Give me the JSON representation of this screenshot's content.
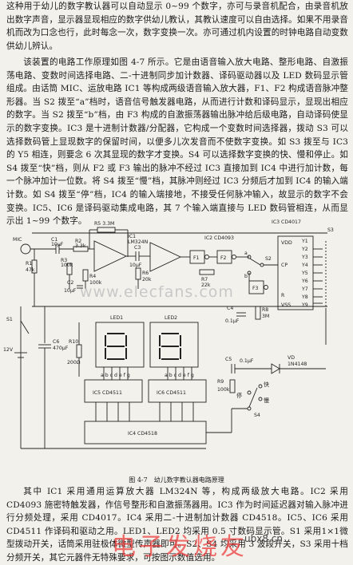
{
  "text": {
    "para1": "这种用于幼儿的数字教认器可以自动显示 0~99 个数字，亦可与录音机配合，由录音机放出数字声音，显示器显现相应的数字供幼儿教认，其教认速度可以自由选择。如果不用录音机而改为口念也行，此时每念一次，数字变换一次。亦可通过机内设置的时钟电路自动变数供幼儿辨认。",
    "para2": "该装置的电路工作原理如图 4-7 所示。它是由语音输入放大电路、整形电路、自激振荡电路、变数时间选择电路、二-十进制同步加计数器、译码驱动器以及 LED 数码显示管组成。由话筒 MIC、运放电路 IC1 等构成两级语音输入放大器，F1、F2 构成语音脉冲整形器。当 S2 拨至“a”档时，语音信号触发器电路，从而进行计数和译码显示，显现出相应的数字。当 S2 拨至“b”档，由 F3 构成的自激振荡器输出脉冲给后级电路，自动译码使显示的数字变换。IC3 是十进制计数器/分配器，它构成一个变数时间选择器，拨动 S3 可以选择数码管上显现数字的保留时间，以便多儿次发音而不使数字变换。如 S3 拨至与 IC3 的 Y5 相连，则要念 6 次其显现的数字才变换。S4 可以选择数字变换的快、慢和停止。如 S4 拨至“快”档，则从 F2 或 F3 输出的脉冲不经过 IC3 直接加到 IC4 中进行加计数，每一个脉冲加计一位数。将 S4 拨至“慢”档，其脉冲则经过 IC3 分频后才加到 IC4 的输入端计数。如 S4 拨至“停”档，IC4 的输入端接地，不接受任何脉冲输入，故显示的数字不会变换。IC5、IC6 是译码驱动集成电路，其 7 个输入端直接与 LED 数码管相连，从而显示出 1~99 个数字。",
    "caption": "图 4-7　幼儿数字教认器电路原理",
    "para3": "其中 IC1 采用通用运算放大器 LM324N 等，构成两级放大电路。IC2 采用 CD4093 施密特触发器，作信号整形和自激振荡器用。IC3 作为时间延迟器对输入脉冲进行分频处理，采用 CD4017。IC4 采用二-十进制加计数器 CD4518。IC5、IC6 采用 CD4511 作译码和驱动之用。LED1、LED2 均采用 0.5 寸数码显示管。S1 采用1×1微型拨动开关，话筒采用驻极体微型传声器即可。S2、S4 均采用 3 波段开关，S3 采用十档分频开关，其它元器件无特殊要求，可按图示数值选用。"
  },
  "watermark": "www.elecfans.com",
  "watermark2": "ubx8.cn",
  "watermark3": "电子发烧友",
  "labels": {
    "mic": "MIC",
    "c1": "C1",
    "c1v": "10μF",
    "r5": "R5 3.3M",
    "ic1": "IC1",
    "ic1p": "LM324N",
    "r2": "R2",
    "r2v": "3.3k",
    "r3": "R3",
    "r3v": "100k",
    "r1": "R1",
    "r1v": "47k",
    "c2": "C2",
    "c2v": "10μF",
    "r4": "R4",
    "r4v": "100k",
    "c3": "C3",
    "c3v": "10μF",
    "r6": "R6",
    "r6v": "20k",
    "ic2": "IC2 CD4093",
    "f1": "F1",
    "f2": "F2",
    "r7": "R7",
    "r7v": "22k",
    "s2": "S2",
    "a": "a",
    "b": "b",
    "f3": "F3",
    "c4": "C4",
    "c4v": "0.1μF",
    "r8": "R8",
    "r8v": "3M",
    "ic3": "IC3 CD4017",
    "vdd": "VDD",
    "y1": "Y1",
    "y2": "Y2",
    "y3": "Y3",
    "y4": "Y4",
    "y5": "Y5",
    "y6": "Y6",
    "y7": "Y7",
    "y8": "Y8",
    "y9": "Y9",
    "cp": "CP",
    "r": "R",
    "vss": "VSS",
    "s3": "S3",
    "s1": "S1",
    "v12": "12V",
    "c6": "C6",
    "c6v": "470μF",
    "led1": "LED1",
    "led2": "LED2",
    "r10": "R10",
    "r10v": "200Ω",
    "c5": "C5",
    "c5v": "0.1μF",
    "vd": "VD",
    "vdv": "1N4148",
    "r9": "R9",
    "r9v": "100k",
    "kuai": "快",
    "man": "慢",
    "ting": "停",
    "s4": "S4",
    "pins5": "a b c d e f g",
    "pins6": "a b c d e f g",
    "ic5": "IC5 CD4511",
    "ic6": "IC6 CD4511",
    "ic4": "IC4 CD4518"
  }
}
